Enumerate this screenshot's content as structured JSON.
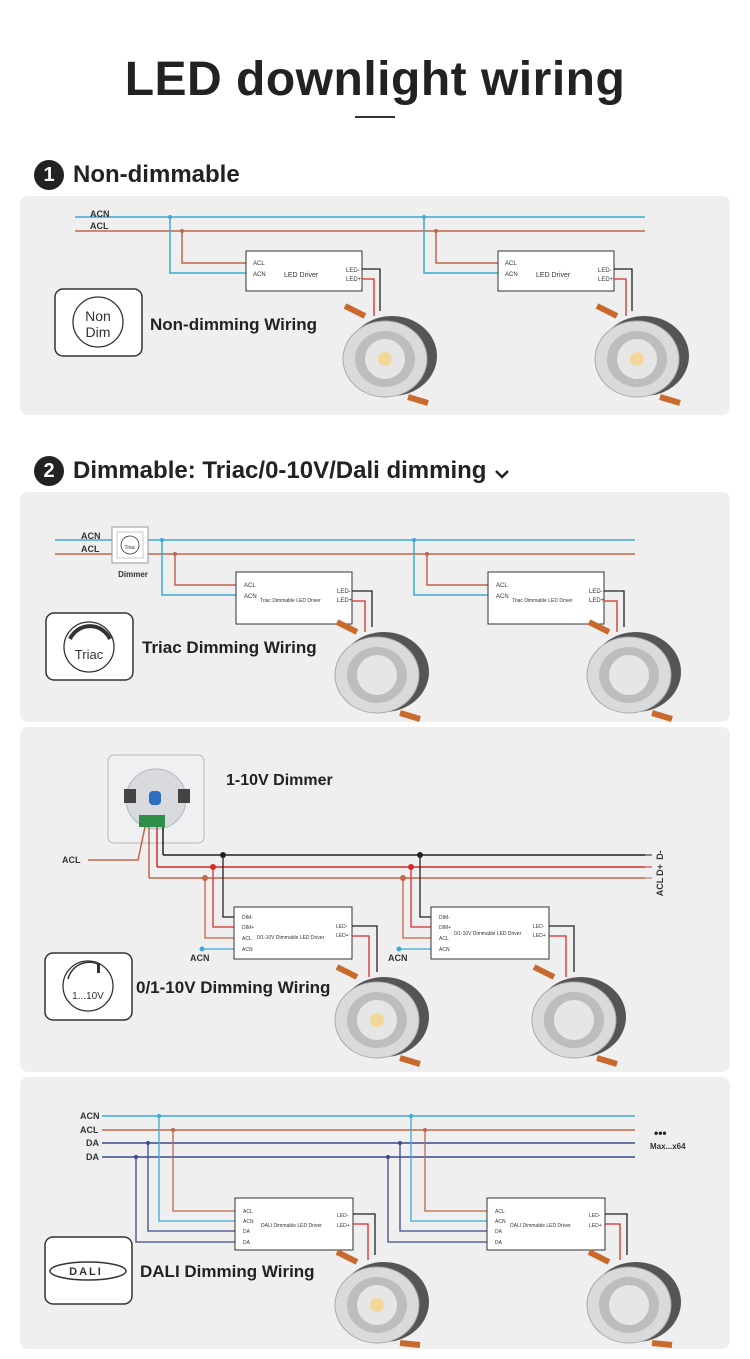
{
  "page": {
    "title": "LED downlight wiring"
  },
  "sections": [
    {
      "number": "1",
      "title": "Non-dimmable"
    },
    {
      "number": "2",
      "title": "Dimmable: Triac/0-10V/Dali dimming",
      "chevron_icon": "chevron-down-icon"
    }
  ],
  "panels": {
    "non_dim": {
      "badge_line1": "Non",
      "badge_line2": "Dim",
      "caption": "Non-dimming Wiring",
      "wires": {
        "acn": "ACN",
        "acl": "ACL"
      },
      "driver": {
        "name": "LED Driver",
        "in1": "ACL",
        "in2": "ACN",
        "out1": "LED-",
        "out2": "LED+"
      }
    },
    "triac": {
      "badge": "Triac",
      "caption": "Triac Dimming Wiring",
      "dimmer_label": "Dimmer",
      "dimmer_badge": "Triac",
      "wires": {
        "acn": "ACN",
        "acl": "ACL"
      },
      "driver": {
        "name": "Triac Dimmable LED Driver",
        "in1": "ACL",
        "in2": "ACN",
        "out1": "LED-",
        "out2": "LED+"
      }
    },
    "v010": {
      "badge": "1...10V",
      "caption": "0/1-10V Dimming Wiring",
      "dimmer_title": "1-10V Dimmer",
      "acl_label": "ACL",
      "acn_label": "ACN",
      "right_labels": {
        "dminus": "D-",
        "dplus": "D+",
        "acl": "ACL"
      },
      "driver": {
        "name": "0/1-10V Dimmable LED Driver",
        "in1": "DIM-",
        "in2": "DIM+",
        "in3": "ACL",
        "in4": "ACN",
        "out1": "LED-",
        "out2": "LED+"
      }
    },
    "dali": {
      "badge": "DALI",
      "caption": "DALI Dimming Wiring",
      "wires": {
        "acn": "ACN",
        "acl": "ACL",
        "da1": "DA",
        "da2": "DA"
      },
      "more": "•••",
      "max_label": "Max...x64",
      "driver": {
        "name": "DALI Dimmable LED Driver",
        "in1": "ACL",
        "in2": "ACN",
        "in3": "DA",
        "in4": "DA",
        "out1": "LED-",
        "out2": "LED+"
      }
    }
  },
  "colors": {
    "blue_wire": "#3fa9d6",
    "brown_wire": "#c0674a",
    "red_wire": "#d62b2b",
    "navy_wire": "#3a4a8c",
    "dark_wire": "#222222"
  }
}
